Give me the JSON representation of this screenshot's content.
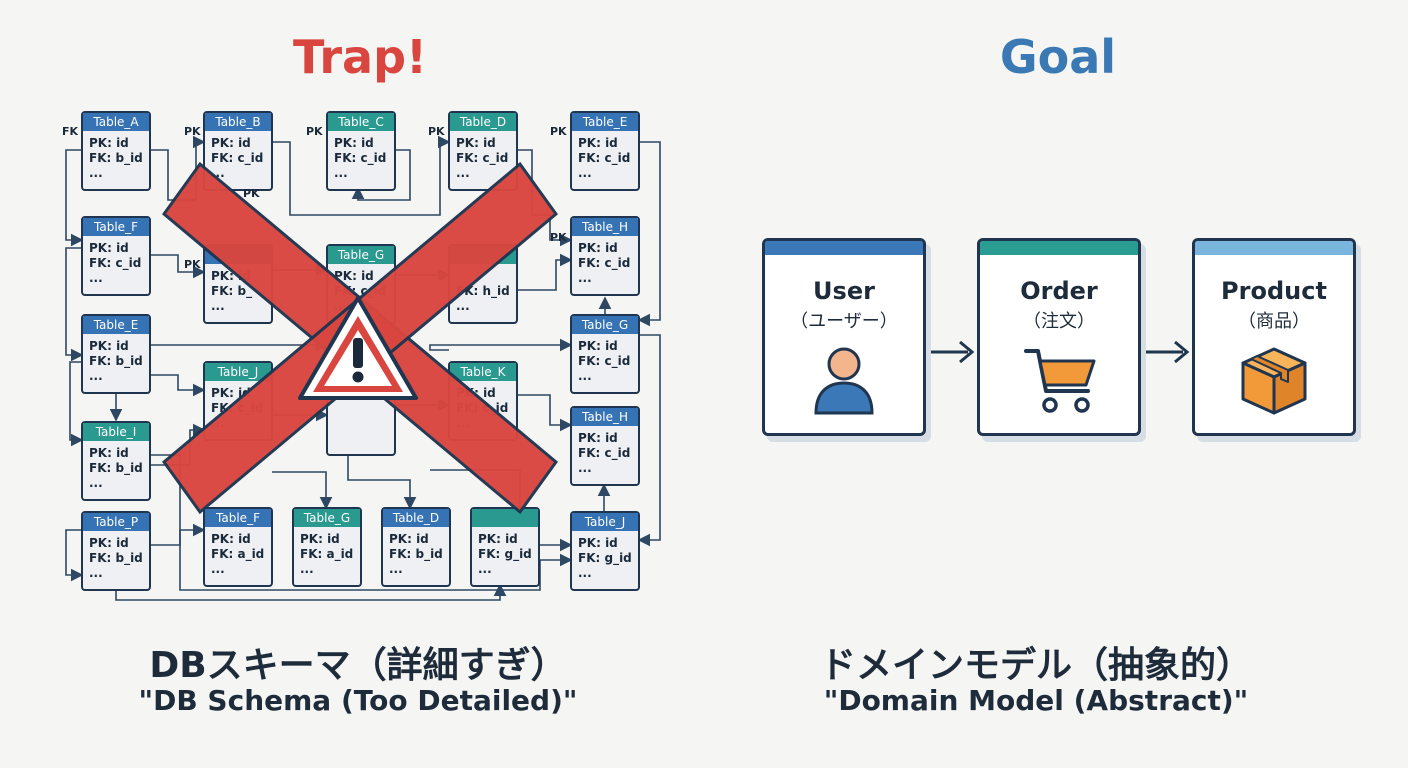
{
  "headings": {
    "trap": "Trap!",
    "goal": "Goal"
  },
  "schema": {
    "key_labels": {
      "pk": "PK",
      "fk": "FK"
    },
    "tables": [
      {
        "title": "Table_A",
        "rows": [
          "PK: id",
          "FK: b_id",
          "..."
        ],
        "header": "blue"
      },
      {
        "title": "Table_B",
        "rows": [
          "PK: id",
          "FK: c_id",
          "..."
        ],
        "header": "blue"
      },
      {
        "title": "Table_C",
        "rows": [
          "PK: id",
          "FK: c_id",
          "..."
        ],
        "header": "teal"
      },
      {
        "title": "Table_D",
        "rows": [
          "PK: id",
          "FK: c_id",
          "..."
        ],
        "header": "teal"
      },
      {
        "title": "Table_E",
        "rows": [
          "PK: id",
          "FK: c_id",
          "..."
        ],
        "header": "blue"
      },
      {
        "title": "Table_F",
        "rows": [
          "PK: id",
          "FK: c_id",
          "..."
        ],
        "header": "blue"
      },
      {
        "title": "",
        "rows": [
          "PK: id",
          "FK: b_",
          "..."
        ],
        "header": "blue"
      },
      {
        "title": "Table_G",
        "rows": [
          "PK: id",
          "FK: c_id",
          "..."
        ],
        "header": "teal"
      },
      {
        "title": "",
        "rows": [
          "",
          "FK: h_id",
          "..."
        ],
        "header": "teal"
      },
      {
        "title": "Table_H",
        "rows": [
          "PK: id",
          "FK: c_id",
          "..."
        ],
        "header": "blue"
      },
      {
        "title": "Table_E",
        "rows": [
          "PK: id",
          "FK: b_id",
          "..."
        ],
        "header": "blue"
      },
      {
        "title": "Table_J",
        "rows": [
          "PK: id",
          "FK: c_id",
          "..."
        ],
        "header": "teal"
      },
      {
        "title": "",
        "rows": [
          "",
          "",
          ""
        ],
        "header": "blue"
      },
      {
        "title": "Table_K",
        "rows": [
          "PK: id",
          "FK: c_id",
          "..."
        ],
        "header": "teal"
      },
      {
        "title": "Table_G",
        "rows": [
          "PK: id",
          "FK: c_id",
          "..."
        ],
        "header": "blue"
      },
      {
        "title": "Table_I",
        "rows": [
          "PK: id",
          "FK: b_id",
          "..."
        ],
        "header": "teal"
      },
      {
        "title": "Table_H",
        "rows": [
          "PK: id",
          "FK: c_id",
          "..."
        ],
        "header": "blue"
      },
      {
        "title": "Table_P",
        "rows": [
          "PK: id",
          "FK: b_id",
          "..."
        ],
        "header": "blue"
      },
      {
        "title": "Table_F",
        "rows": [
          "PK: id",
          "FK: a_id",
          "..."
        ],
        "header": "blue"
      },
      {
        "title": "Table_G",
        "rows": [
          "PK: id",
          "FK: a_id",
          "..."
        ],
        "header": "teal"
      },
      {
        "title": "Table_D",
        "rows": [
          "PK: id",
          "FK: b_id",
          "..."
        ],
        "header": "blue"
      },
      {
        "title": "",
        "rows": [
          "PK: id",
          "FK: g_id",
          "..."
        ],
        "header": "teal"
      },
      {
        "title": "Table_J",
        "rows": [
          "PK: id",
          "FK: g_id",
          "..."
        ],
        "header": "blue"
      }
    ]
  },
  "entities": [
    {
      "name": "User",
      "jp": "（ユーザー）",
      "icon": "user-icon"
    },
    {
      "name": "Order",
      "jp": "（注文）",
      "icon": "cart-icon"
    },
    {
      "name": "Product",
      "jp": "（商品）",
      "icon": "box-icon"
    }
  ],
  "captions": {
    "left_jp": "DBスキーマ（詳細すぎ）",
    "left_en": "\"DB Schema (Too Detailed)\"",
    "right_jp": "ドメインモデル（抽象的）",
    "right_en": "\"Domain Model (Abstract)\""
  },
  "colors": {
    "trap_red": "#d9463f",
    "goal_blue": "#3a79b3",
    "header_blue": "#3673b4",
    "header_teal": "#2a9a91",
    "outline_navy": "#1f3550"
  }
}
